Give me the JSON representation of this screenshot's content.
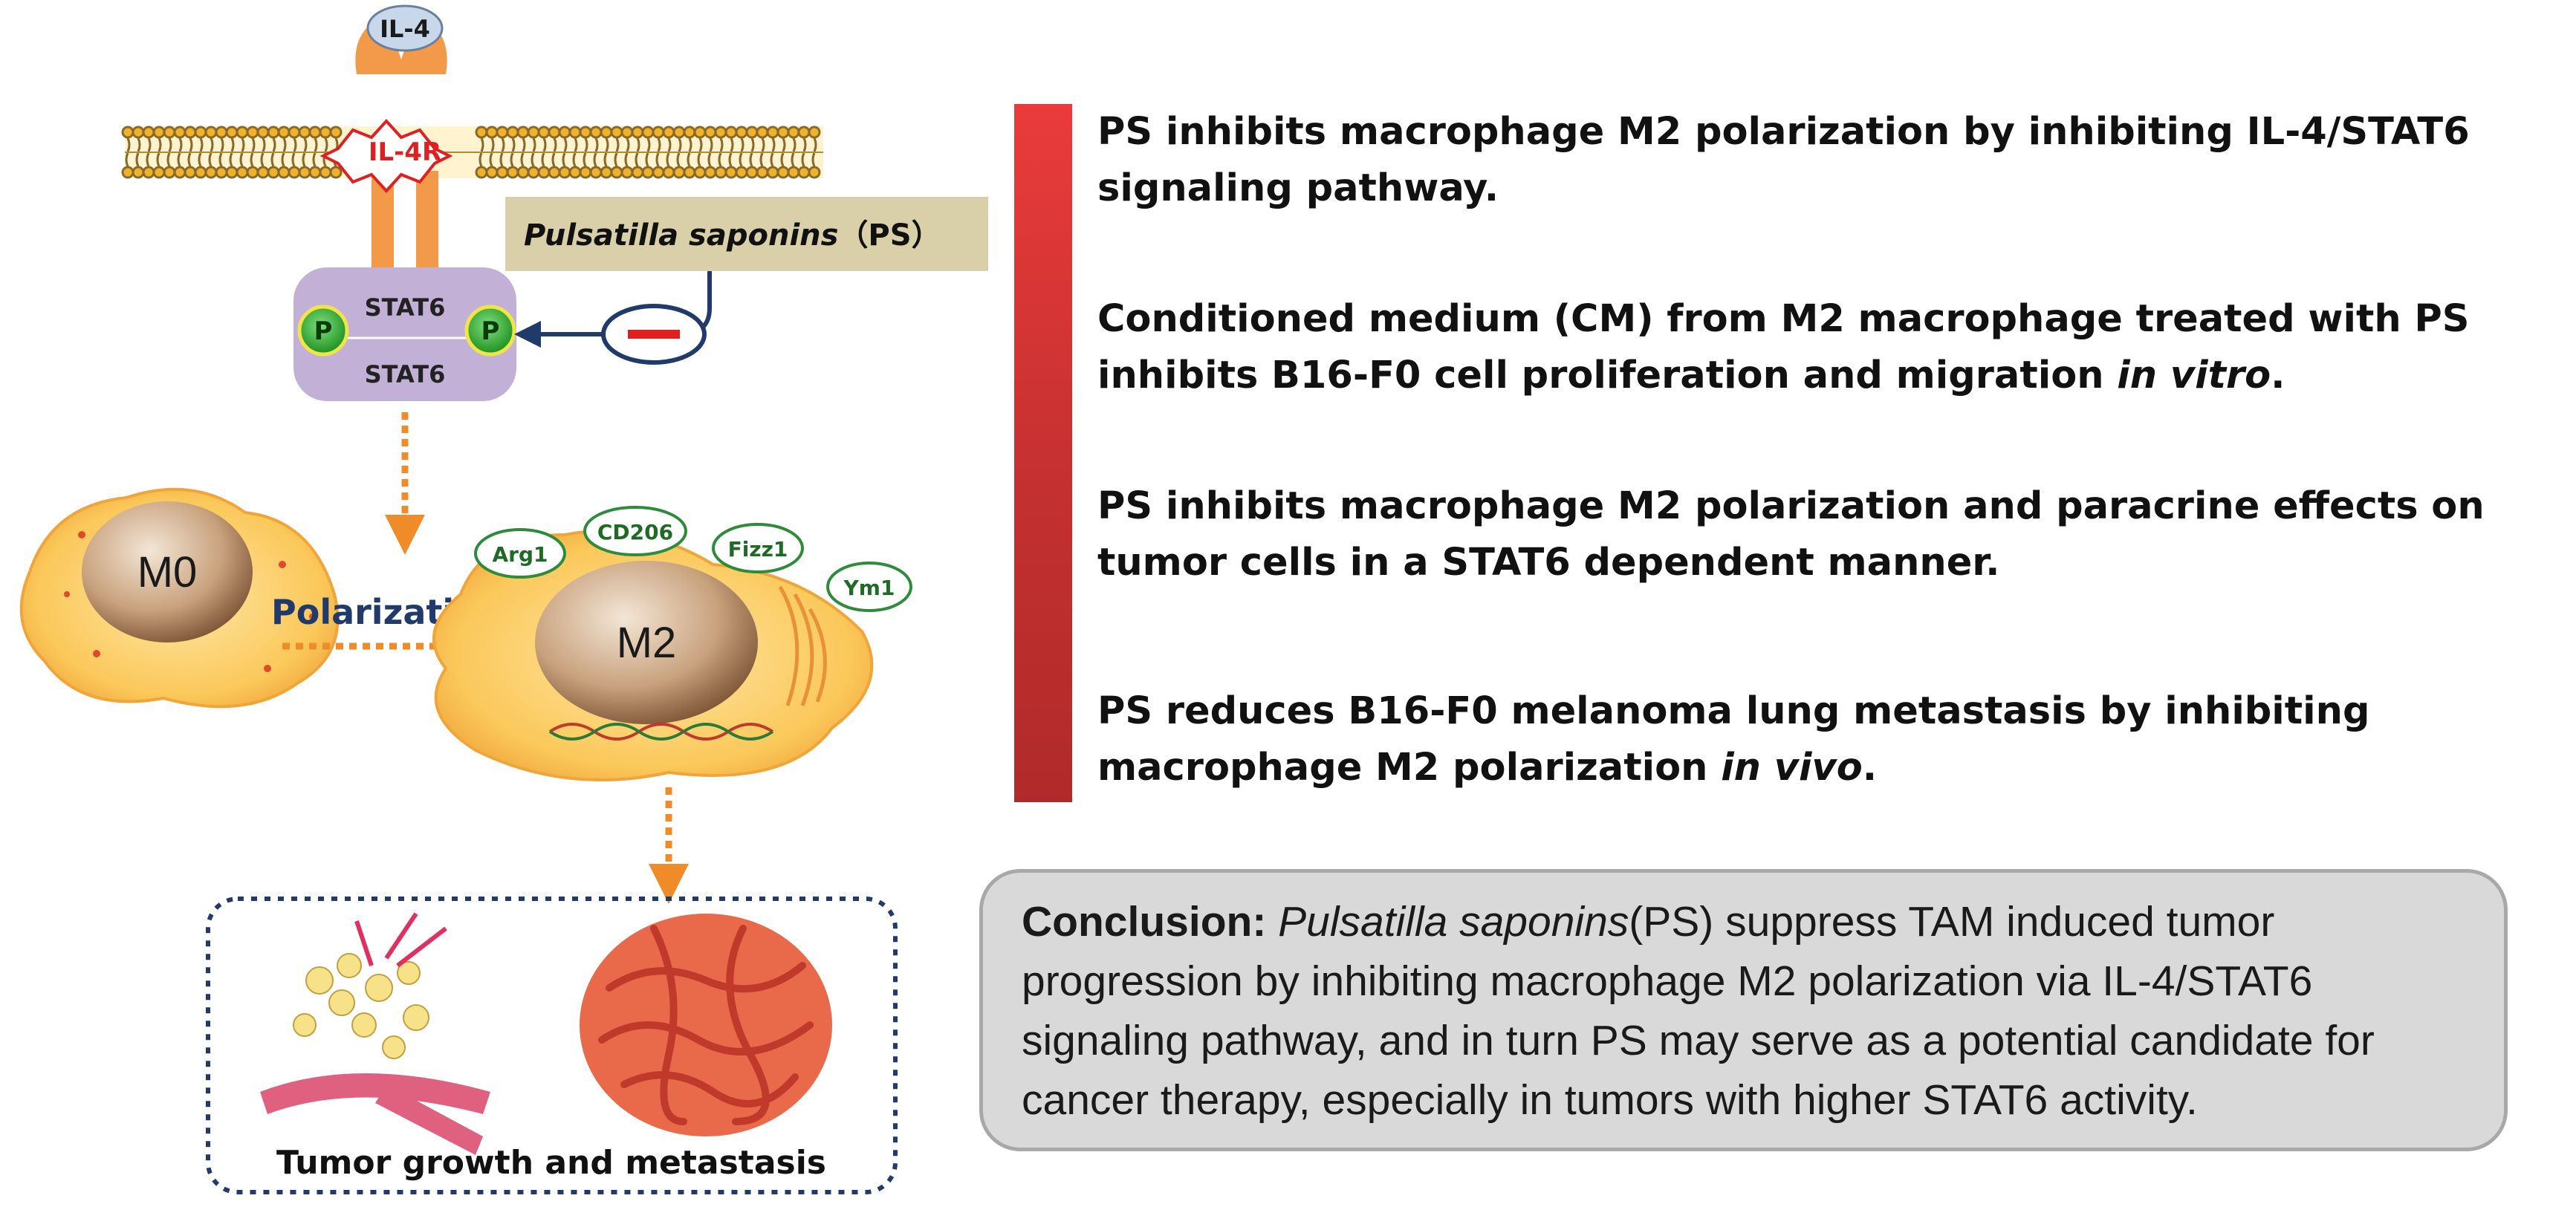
{
  "pathway": {
    "ligand": "IL-4",
    "receptor": "IL-4R",
    "stat_top": "STAT6",
    "stat_bottom": "STAT6",
    "phospho": "P",
    "drug_name": "Pulsatilla saponins",
    "drug_abbr": "（PS）"
  },
  "cells": {
    "m0": "M0",
    "m2": "M2",
    "polarization": "Polarization",
    "markers": [
      "Arg1",
      "CD206",
      "Fizz1",
      "Ym1"
    ]
  },
  "outcome": {
    "label": "Tumor growth and metastasis"
  },
  "findings": [
    {
      "line1": "PS inhibits macrophage M2 polarization by inhibiting IL-4/STAT6",
      "line2": "signaling pathway.",
      "line2_italic": "",
      "line2_tail": ""
    },
    {
      "line1": "Conditioned medium (CM) from M2 macrophage treated with PS",
      "line2": "inhibits B16-F0 cell proliferation and migration ",
      "line2_italic": "in vitro",
      "line2_tail": "."
    },
    {
      "line1": "PS inhibits macrophage M2 polarization and paracrine effects on",
      "line2": "tumor cells in a STAT6 dependent manner.",
      "line2_italic": "",
      "line2_tail": ""
    },
    {
      "line1": "PS reduces B16-F0 melanoma lung metastasis by inhibiting",
      "line2": "macrophage M2 polarization ",
      "line2_italic": "in vivo",
      "line2_tail": "."
    }
  ],
  "conclusion": {
    "heading": "Conclusion:",
    "drug_italic": "Pulsatilla saponins",
    "text": "(PS) suppress TAM induced tumor progression by inhibiting macrophage M2 polarization via IL-4/STAT6 signaling pathway, and in turn PS may serve as a potential candidate for cancer therapy, especially in tumors with higher STAT6 activity."
  },
  "colors": {
    "membrane": "#f0b22a",
    "receptor": "#f39a4a",
    "stat": "#c2b0d6",
    "phospho": "#2ca02c",
    "drug_box": "#d9cfa8",
    "arrow": "#f08b2a",
    "cell": "#fbc85a",
    "nucleus": "#c9a27e",
    "marker": "#2e8b3a",
    "red_bar": "#d23434",
    "conclusion_bg": "#d9d9d9"
  }
}
